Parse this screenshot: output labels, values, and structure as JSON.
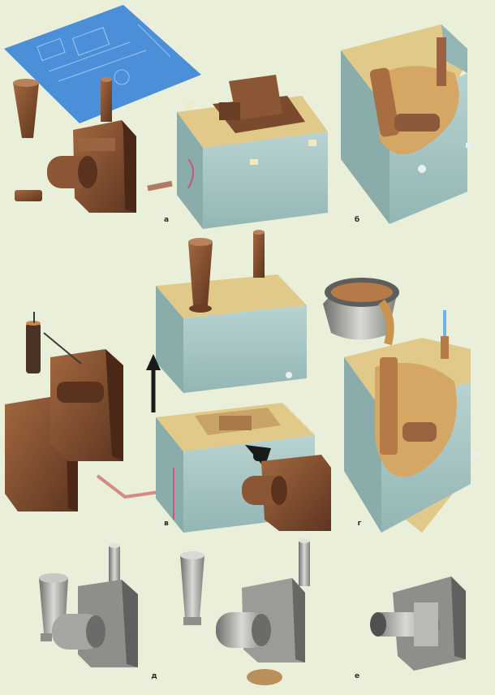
{
  "steps": {
    "a": "a",
    "b": "б",
    "c": "в",
    "d": "г",
    "e": "д",
    "f": "е"
  },
  "colors": {
    "background": "#e9efd9",
    "blueprint": "#4a8fd8",
    "flask_side": "#a9c8c6",
    "flask_top": "#e1c98a",
    "pattern_wood": "#7a4a2c",
    "casting_metal": "#9a9c98",
    "molten_metal": "#c9944e"
  }
}
